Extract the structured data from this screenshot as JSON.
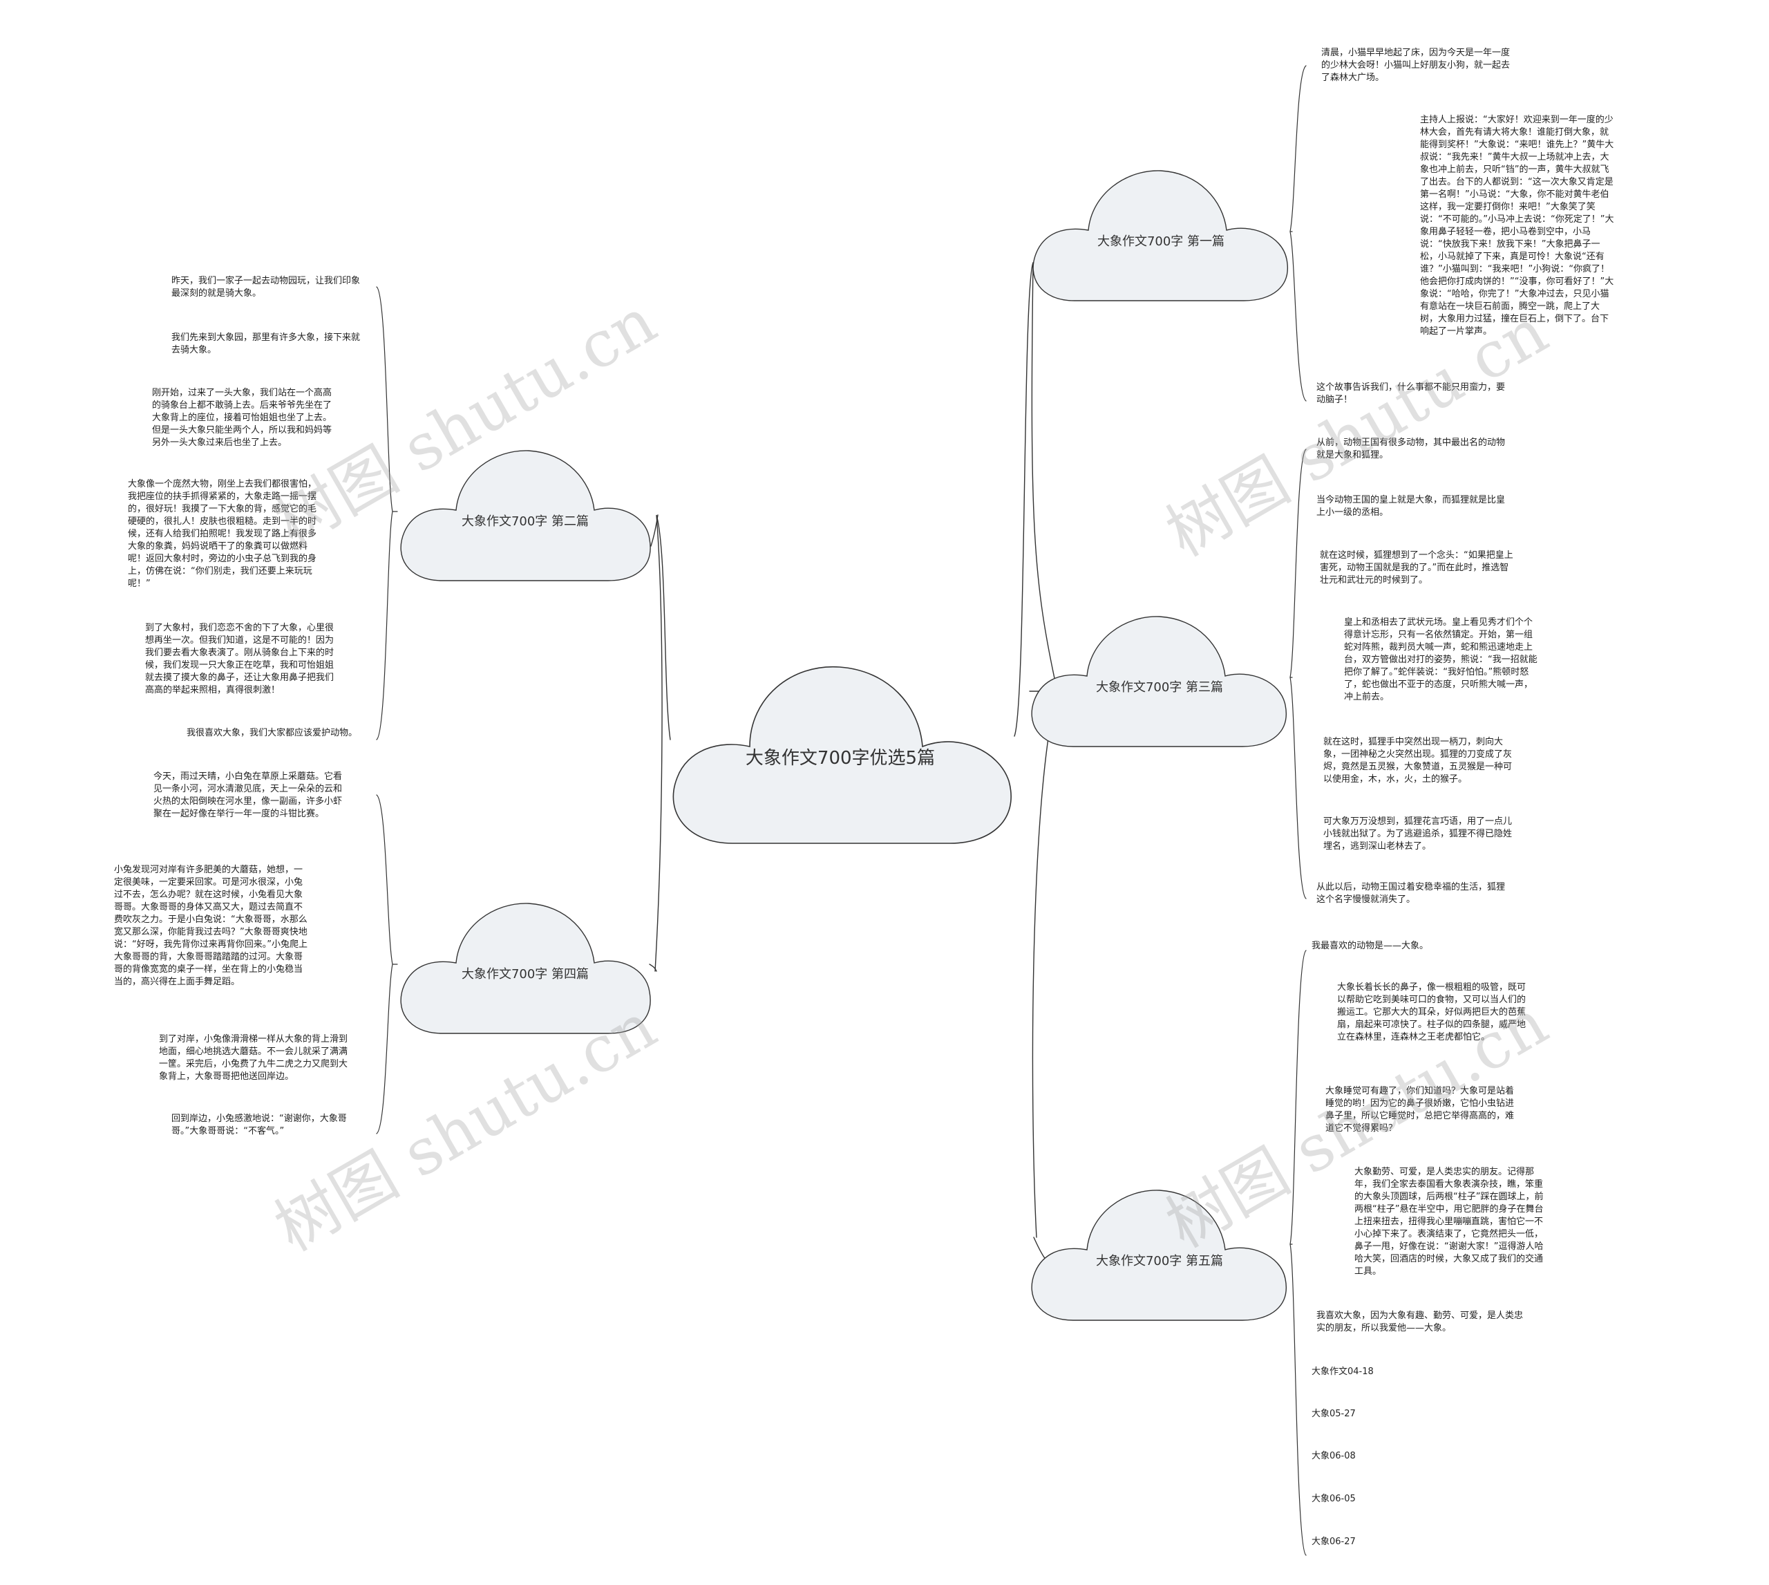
{
  "colors": {
    "cloud_fill": "#eef1f4",
    "cloud_stroke": "#333333",
    "line": "#333333",
    "watermark": "#a0a0a0"
  },
  "watermark": "树图 shutu.cn",
  "root": {
    "title": "大象作文700字优选5篇"
  },
  "branches": [
    {
      "title": "大象作文700字 第一篇",
      "leaves": [
        "清晨，小猫早早地起了床，因为今天是一年一度的少林大会呀！小猫叫上好朋友小狗，就一起去了森林大广场。",
        "主持人上报说：“大家好！欢迎来到一年一度的少林大会，首先有请大将大象！谁能打倒大象，就能得到奖杯！”大象说：“来吧！谁先上？”黄牛大叔说：“我先来！”黄牛大叔一上场就冲上去，大象也冲上前去，只听“铛”的一声，黄牛大叔就飞了出去。台下的人都说到：“这一次大象又肯定是第一名啊！”小马说：“大象，你不能对黄牛老伯这样，我一定要打倒你！来吧！”大象笑了笑说：“不可能的。”小马冲上去说：“你死定了！”大象用鼻子轻轻一卷，把小马卷到空中，小马说：“快放我下来！放我下来！”大象把鼻子一松，小马就掉了下来，真是可怜！大象说“还有谁？”小猫叫到：“我来吧！”小狗说：“你疯了！他会把你打成肉饼的！”“没事，你可看好了！”大象说：“哈哈，你完了！”大象冲过去，只见小猫有意站在一块巨石前面，腾空一跳，爬上了大树，大象用力过猛，撞在巨石上，倒下了。台下响起了一片掌声。",
        "这个故事告诉我们，什么事都不能只用蛮力，要动脑子！"
      ]
    },
    {
      "title": "大象作文700字 第二篇",
      "leaves": [
        "昨天，我们一家子一起去动物园玩，让我们印象最深刻的就是骑大象。",
        "我们先来到大象园，那里有许多大象，接下来就去骑大象。",
        "刚开始，过来了一头大象，我们站在一个高高的骑象台上都不敢骑上去。后来爷爷先坐在了大象背上的座位，接着可怡姐姐也坐了上去。但是一头大象只能坐两个人，所以我和妈妈等另外一头大象过来后也坐了上去。",
        "大象像一个庞然大物，刚坐上去我们都很害怕，我把座位的扶手抓得紧紧的，大象走路一摇一摆的，很好玩！我摸了一下大象的背，感觉它的毛硬硬的，很扎人！皮肤也很粗糙。走到一半的时候，还有人给我们拍照呢！我发现了路上有很多大象的象粪，妈妈说晒干了的象粪可以做燃料呢！返回大象村时，旁边的小虫子总飞到我的身上，仿佛在说：“你们别走，我们还要上来玩玩呢！”",
        "到了大象村，我们恋恋不舍的下了大象，心里很想再坐一次。但我们知道，这是不可能的！因为我们要去看大象表演了。刚从骑象台上下来的时候，我们发现一只大象正在吃草，我和可怡姐姐就去摸了摸大象的鼻子，还让大象用鼻子把我们高高的举起来照相，真得很刺激！",
        "我很喜欢大象，我们大家都应该爱护动物。"
      ]
    },
    {
      "title": "大象作文700字 第三篇",
      "leaves": [
        "从前，动物王国有很多动物，其中最出名的动物就是大象和狐狸。",
        "当今动物王国的皇上就是大象，而狐狸就是比皇上小一级的丞相。",
        "就在这时候，狐狸想到了一个念头：“如果把皇上害死，动物王国就是我的了。”而在此时，推选智壮元和武壮元的时候到了。",
        "皇上和丞相去了武状元场。皇上看见秀才们个个得意计忘形，只有一名依然镇定。开始，第一组蛇对阵熊，裁判员大喊一声，蛇和熊迅速地走上台，双方管做出对打的姿势，熊说：“我一招就能把你了解了。”蛇伴装说：“我好怕怕。”熊顿时怒了，蛇也做出不亚于的态度，只听熊大喊一声，冲上前去。",
        "就在这时，狐狸手中突然出现一柄刀，刺向大象，一团神秘之火突然出现。狐狸的刀变成了灰烬，竟然是五灵猴，大象赞道，五灵猴是一种可以使用金，木，水，火，土的猴子。",
        "可大象万万没想到，狐狸花言巧语，用了一点儿小钱就出狱了。为了逃避追杀，狐狸不得已隐姓埋名，逃到深山老林去了。",
        "从此以后，动物王国过着安稳幸福的生活，狐狸这个名字慢慢就消失了。"
      ]
    },
    {
      "title": "大象作文700字 第四篇",
      "leaves": [
        "今天，雨过天晴，小白兔在草原上采蘑菇。它看见一条小河，河水清澈见底，天上一朵朵的云和火热的太阳倒映在河水里，像一副画，许多小虾聚在一起好像在举行一年一度的斗钳比赛。",
        "小兔发现河对岸有许多肥美的大蘑菇，她想，一定很美味，一定要采回家。可是河水很深，小兔过不去，怎么办呢？就在这时候，小兔看见大象哥哥。大象哥哥的身体又高又大，题过去简直不费吹灰之力。于是小白兔说：“大象哥哥，水那么宽又那么深，你能背我过去吗？”大象哥哥爽快地说：“好呀，我先背你过来再背你回来。”小兔爬上大象哥哥的背，大象哥哥踏踏踏的过河。大象哥哥的背像宽宽的桌子一样，坐在背上的小兔稳当当的，高兴得在上面手舞足蹈。",
        "到了对岸，小兔像滑滑梯一样从大象的背上滑到地面，细心地挑选大蘑菇。不一会儿就采了满满一筐。采完后，小兔费了九牛二虎之力又爬到大象背上，大象哥哥把他送回岸边。",
        "回到岸边，小兔感激地说：“谢谢你，大象哥哥。”大象哥哥说：“不客气。”"
      ]
    },
    {
      "title": "大象作文700字 第五篇",
      "leaves": [
        "我最喜欢的动物是——大象。",
        "大象长着长长的鼻子，像一根粗粗的吸管，既可以帮助它吃到美味可口的食物，又可以当人们的搬运工。它那大大的耳朵，好似两把巨大的芭蕉扇，扇起来可凉快了。柱子似的四条腿，威严地立在森林里，连森林之王老虎都怕它。",
        "大象睡觉可有趣了，你们知道吗？大象可是站着睡觉的哟！因为它的鼻子很娇嫩，它怕小虫钻进鼻子里，所以它睡觉时，总把它举得高高的，难道它不觉得累吗？",
        "大象勤劳、可爱，是人类忠实的朋友。记得那年，我们全家去泰国看大象表演杂技，瞧，笨重的大象头顶圆球，后两根“柱子”踩在圆球上，前两根“柱子”悬在半空中，用它肥胖的身子在舞台上扭来扭去，扭得我心里嘣嘣直跳，害怕它一不小心掉下来了。表演结束了，它竟然把头一低，鼻子一甩，好像在说：“谢谢大家！”逗得游人哈哈大笑，回酒店的时候，大象又成了我们的交通工具。",
        "我喜欢大象，因为大象有趣、勤劳、可爱，是人类忠实的朋友，所以我爱他——大象。",
        "大象作文04-18",
        "大象05-27",
        "大象06-08",
        "大象06-05",
        "大象06-27"
      ]
    }
  ]
}
